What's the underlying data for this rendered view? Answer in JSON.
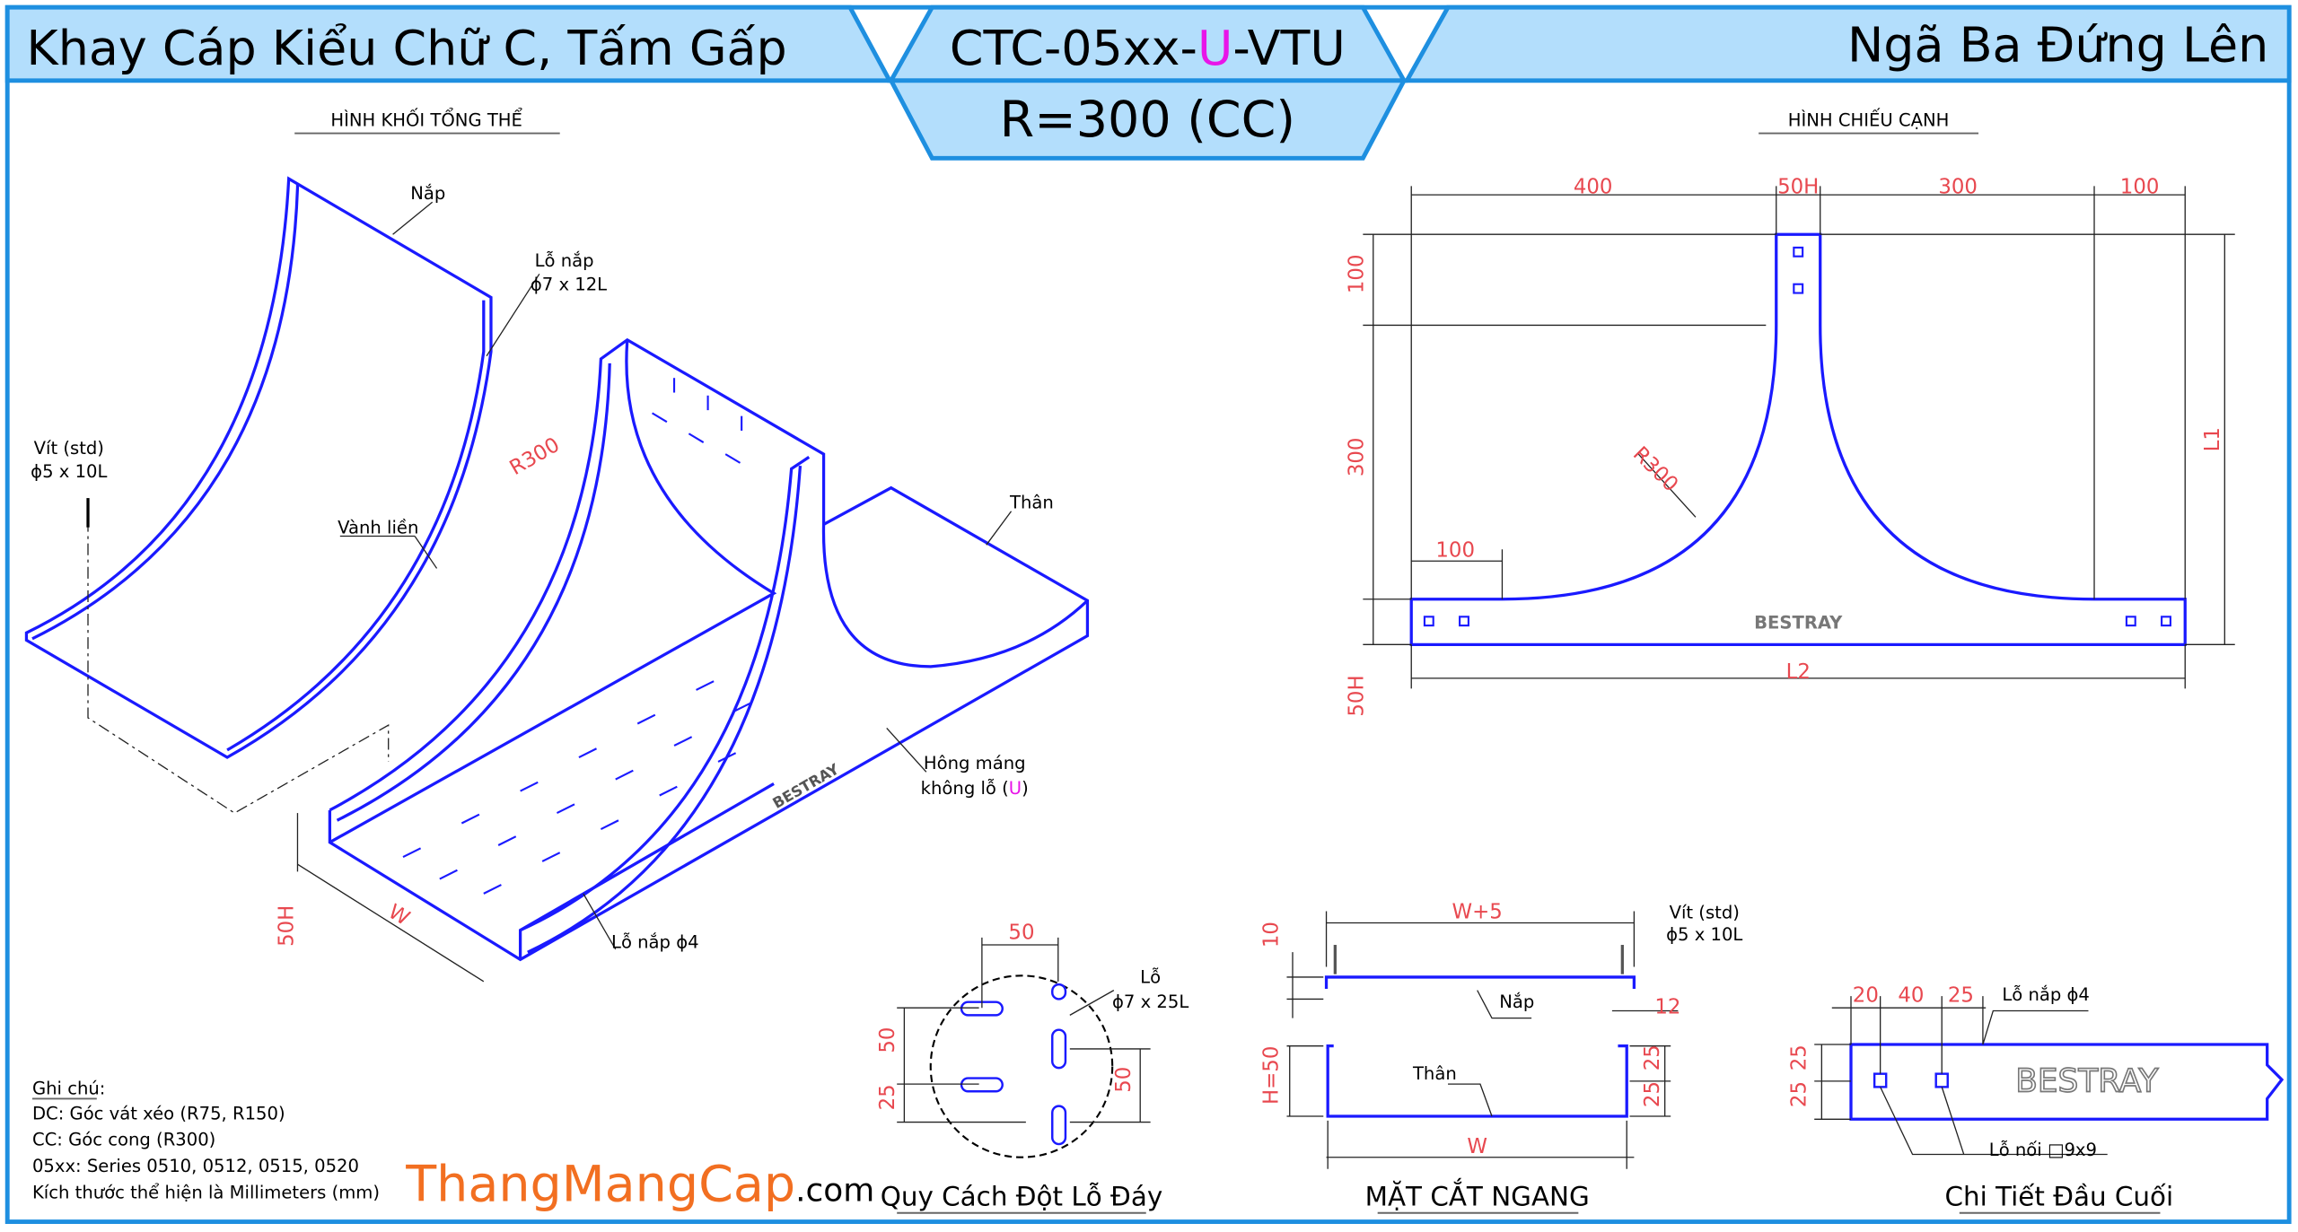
{
  "header": {
    "left_title": "Khay Cáp Kiểu Chữ C, Tấm Gấp",
    "code_prefix": "CTC-05xx-",
    "code_variant": "U",
    "code_suffix": "-VTU",
    "right_title": "Ngã Ba Đứng Lên",
    "radius": "R=300 (CC)"
  },
  "colors": {
    "frame": "#1e8fe0",
    "header_fill": "#b3defc",
    "drawing": "#1a1aff",
    "dimension": "#e8484f",
    "variant": "#e815e8",
    "brand": "#f26f21"
  },
  "iso_view": {
    "title": "HÌNH KHỐI TỔNG THỂ",
    "cover_label": "Nắp",
    "cover_hole_label": "Lỗ nắp",
    "cover_hole_spec": "ϕ7 x 12L",
    "screw_label": "Vít (std)",
    "screw_spec": "ϕ5 x 10L",
    "rim_label": "Vành liền",
    "radius_label": "R300",
    "body_label": "Thân",
    "side_label_1": "Hông máng",
    "side_label_2_prefix": "không lỗ (",
    "side_label_2_variant": "U",
    "side_label_2_suffix": ")",
    "brand_mark": "BESTRAY",
    "height_dim": "50H",
    "width_dim": "W",
    "small_hole_label": "Lỗ nắp ϕ4"
  },
  "side_view": {
    "title": "HÌNH CHIẾU CẠNH",
    "dim_top": [
      "400",
      "50H",
      "300",
      "100"
    ],
    "dim_left": [
      "100",
      "300",
      "50H"
    ],
    "dim_arm": "100",
    "radius": "R300",
    "L1": "L1",
    "L2": "L2",
    "brand_mark": "BESTRAY"
  },
  "hole_pattern": {
    "title": "Quy Cách Đột Lỗ Đáy",
    "dim_top": "50",
    "hole_label": "Lỗ",
    "hole_spec": "ϕ7 x 25L",
    "dim_left_1": "50",
    "dim_left_2": "25",
    "dim_right": "50"
  },
  "cross_section": {
    "title": "MẶT CẮT NGANG",
    "dim_top": "W+5",
    "dim_cover": "10",
    "screw_label": "Vít (std)",
    "screw_spec": "ϕ5 x 10L",
    "cover_label": "Nắp",
    "lip_dim": "12",
    "height_dim": "H=50",
    "body_label": "Thân",
    "half_1": "25",
    "half_2": "25",
    "width_dim": "W"
  },
  "end_detail": {
    "title": "Chi Tiết Đầu Cuối",
    "dims": [
      "20",
      "40",
      "25"
    ],
    "hole_label": "Lỗ nắp ϕ4",
    "left_dims": [
      "25",
      "25"
    ],
    "brand_mark": "BESTRAY",
    "joint_label": "Lỗ nối □9x9"
  },
  "notes": {
    "heading": "Ghi chú:",
    "lines": [
      "DC: Góc vát xéo (R75, R150)",
      "CC: Góc cong (R300)",
      "05xx: Series 0510, 0512, 0515, 0520",
      "Kích thước thể hiện là Millimeters (mm)"
    ]
  },
  "brand": {
    "name": "ThangMangCap",
    "tld": ".com"
  }
}
